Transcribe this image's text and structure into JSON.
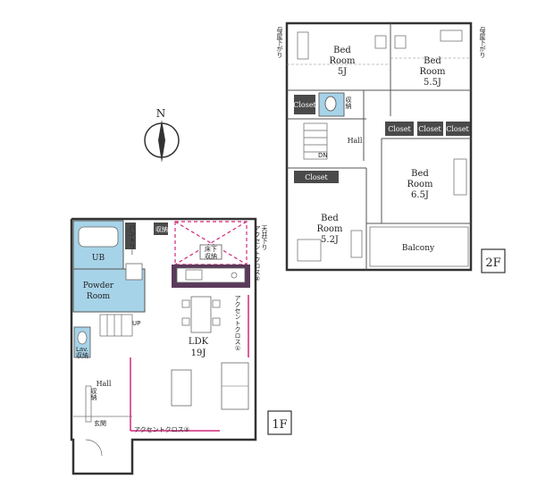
{
  "compass": {
    "label": "N"
  },
  "floor1": {
    "tag": "1F",
    "rooms": {
      "ub": "UB",
      "powder": [
        "Powder",
        "Room"
      ],
      "lav": "Lav.",
      "lav_sub": "収納",
      "hall": "Hall",
      "genkan": "玄関",
      "ldk": [
        "LDK",
        "19J"
      ],
      "pantry": "パントリー",
      "storage": "収納",
      "under_storage": [
        "床下",
        "収納"
      ],
      "up": "UP",
      "shoes": "収納"
    },
    "notes": {
      "ceiling_drop": [
        "天井下り",
        "アクセントクロス②"
      ],
      "accent1": "アクセントクロス①",
      "accent3": "アクセントクロス③"
    }
  },
  "floor2": {
    "tag": "2F",
    "rooms": {
      "bed1": [
        "Bed",
        "Room",
        "5J"
      ],
      "bed2": [
        "Bed",
        "Room",
        "5.5J"
      ],
      "bed3": [
        "Bed",
        "Room",
        "6.5J"
      ],
      "bed4": [
        "Bed",
        "Room",
        "5.2J"
      ],
      "balcony": "Balcony",
      "hall": "Hall",
      "dn": "DN",
      "wc_sub": "収納",
      "closets": [
        "Closet",
        "Closet",
        "Closet",
        "Closet",
        "Closet"
      ]
    },
    "notes": {
      "left": "母屋下がり",
      "right": "母屋下がり"
    }
  },
  "colors": {
    "wet_area": "#a7d3e8",
    "closet": "#4a4a4a",
    "accent_line": "#d0287a",
    "accent_wall": "#5a3a5a"
  }
}
